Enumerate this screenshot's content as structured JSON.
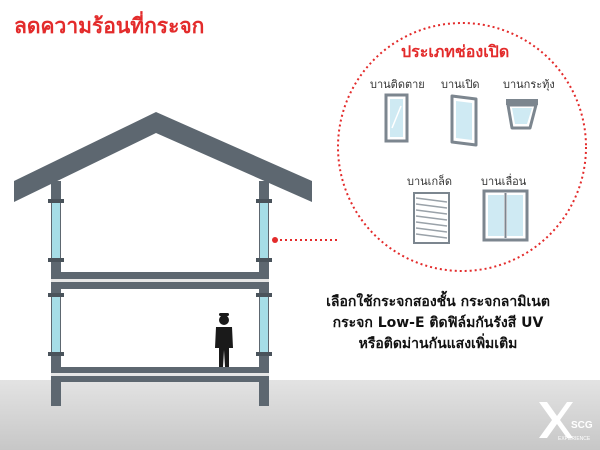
{
  "title": "ลดความร้อนที่กระจก",
  "window_types": {
    "heading": "ประเภทช่องเปิด",
    "items": [
      {
        "label": "บานติดตาย"
      },
      {
        "label": "บานเปิด"
      },
      {
        "label": "บานกระทุ้ง"
      },
      {
        "label": "บานเกล็ด"
      },
      {
        "label": "บานเลื่อน"
      }
    ]
  },
  "caption": [
    "เลือกใช้กระจกสองชั้น กระจกลามิเนต",
    "กระจก Low-E  ติดฟิล์มกันรังสี UV",
    "หรือติดม่านกันแสงเพิ่มเติม"
  ],
  "logo": {
    "mark": "SCG",
    "sub": "EXPERIENCE"
  },
  "colors": {
    "accent": "#e32b2b",
    "wall": "#5d6770",
    "glass": "#a6dde7",
    "floor_divider": "#e6e6e6"
  }
}
